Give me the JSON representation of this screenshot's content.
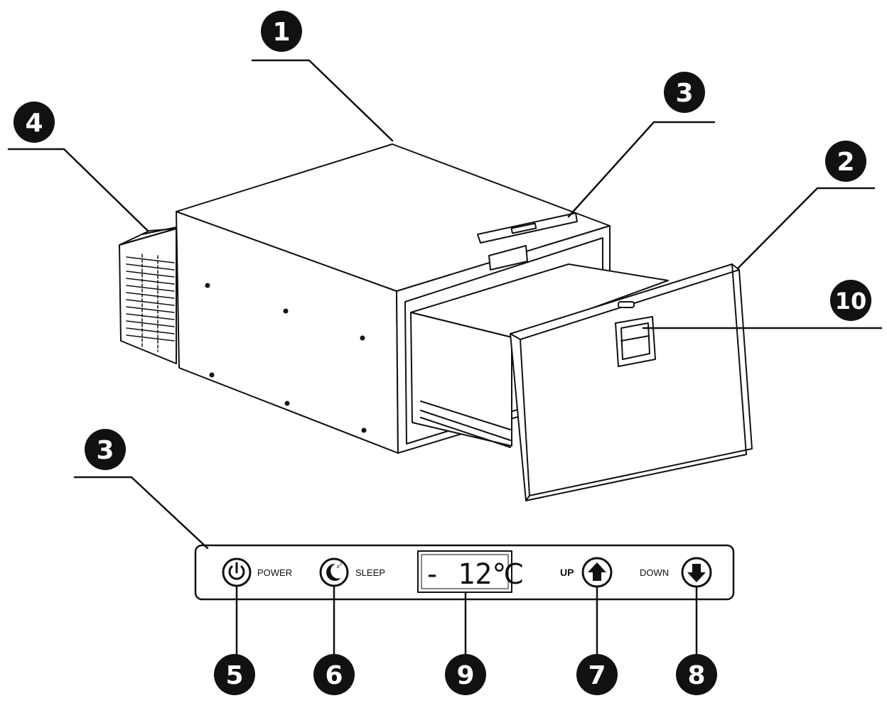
{
  "callouts": {
    "c1": "1",
    "c2": "2",
    "c3_top": "3",
    "c3_bottom": "3",
    "c4": "4",
    "c5": "5",
    "c6": "6",
    "c7": "7",
    "c8": "8",
    "c9": "9",
    "c10": "10"
  },
  "panel": {
    "power_label": "POWER",
    "sleep_label": "SLEEP",
    "display_value": "- 12℃",
    "up_label": "UP",
    "down_label": "DOWN"
  },
  "icons": {
    "power": "power-icon",
    "sleep": "moon-zz-icon",
    "up": "arrow-up-icon",
    "down": "arrow-down-icon"
  }
}
